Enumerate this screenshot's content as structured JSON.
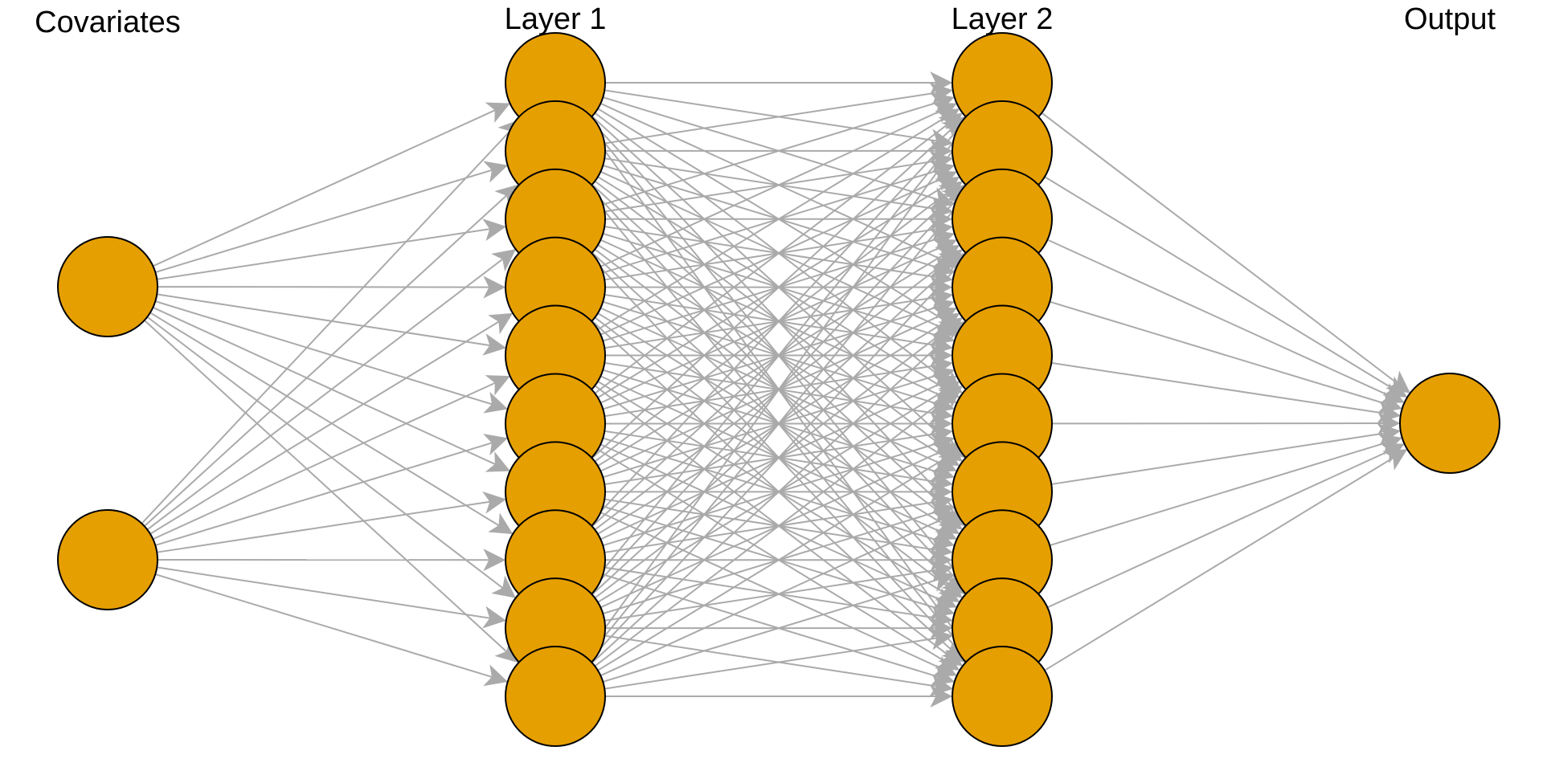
{
  "diagram": {
    "type": "neural-network",
    "layers": [
      {
        "id": "covariates",
        "label": "Covariates",
        "node_count": 2
      },
      {
        "id": "layer1",
        "label": "Layer 1",
        "node_count": 10
      },
      {
        "id": "layer2",
        "label": "Layer 2",
        "node_count": 10
      },
      {
        "id": "output",
        "label": "Output",
        "node_count": 1
      }
    ],
    "connections": "fully-connected-between-adjacent-layers",
    "colors": {
      "node_fill": "#E69F00",
      "node_stroke": "#000000",
      "edge": "#AAAAAA",
      "label": "#000000",
      "background": "#FFFFFF"
    }
  }
}
